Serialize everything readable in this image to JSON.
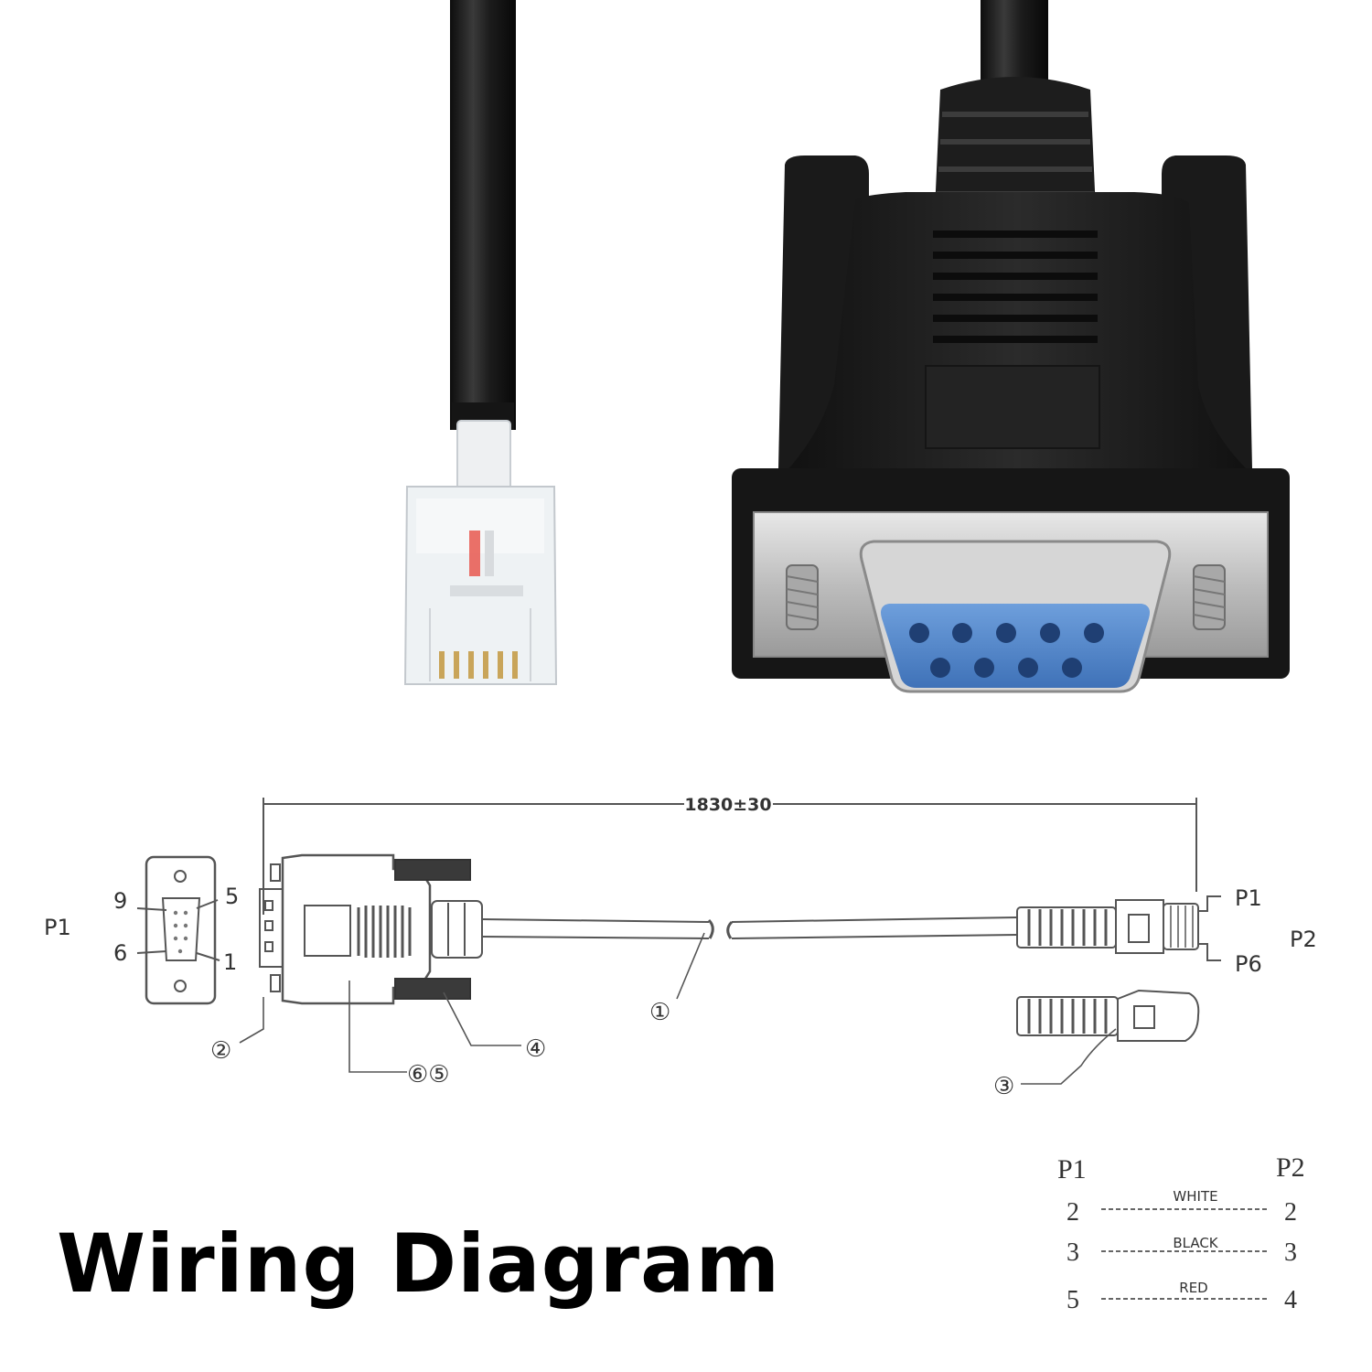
{
  "title": "Wiring Diagram",
  "dimension": "1830±30",
  "db9": {
    "name": "P1",
    "pin_labels": [
      "9",
      "5",
      "6",
      "1"
    ]
  },
  "rj": {
    "name": "P2",
    "pin_top": "P1",
    "pin_bottom": "P6"
  },
  "callouts": [
    "①",
    "②",
    "③",
    "④",
    "⑥⑤"
  ],
  "wiring_table": {
    "header_left": "P1",
    "header_right": "P2",
    "rows": [
      {
        "from": "2",
        "color": "WHITE",
        "to": "2"
      },
      {
        "from": "3",
        "color": "BLACK",
        "to": "3"
      },
      {
        "from": "5",
        "color": "RED",
        "to": "4"
      }
    ]
  },
  "colors": {
    "cable": "#1b1b1b",
    "db9_insert": "#4a7fc4",
    "shell_metal": "#c9c9c9",
    "line_art": "#555555"
  }
}
